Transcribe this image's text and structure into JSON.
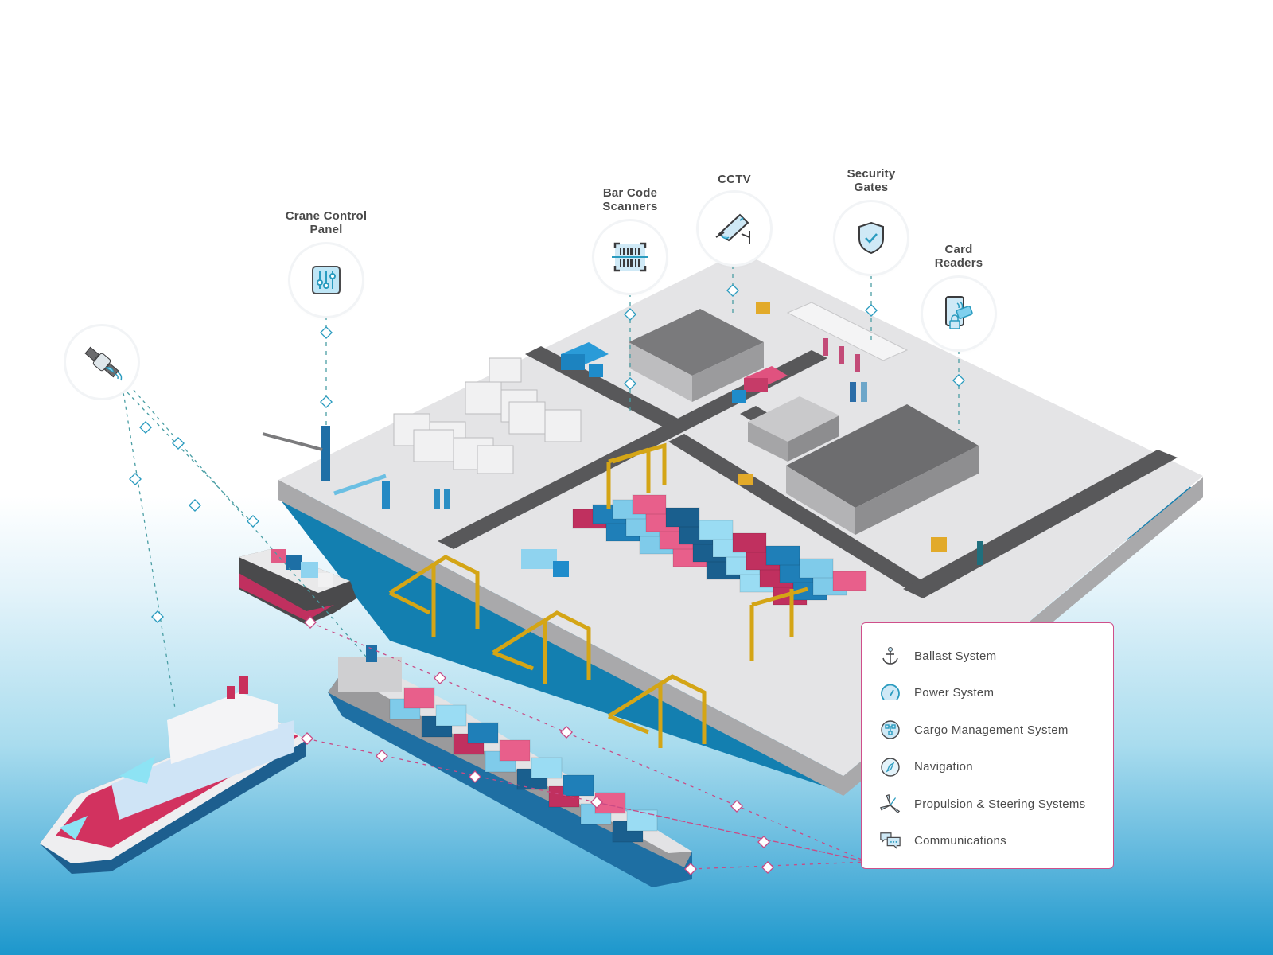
{
  "diagram": {
    "theme_colors": {
      "accent_teal": "#2a9bbf",
      "connector_magenta": "#c94b85",
      "container_pink": "#c0305f",
      "container_blue": "#1f7fb8",
      "container_light_blue": "#7fcbea",
      "crane_yellow": "#e6b72a",
      "ground_gray": "#e4e4e6",
      "road_dark": "#5a5a5c"
    },
    "satellite": {
      "icon": "satellite-icon"
    },
    "callouts": [
      {
        "id": "crane-control-panel",
        "title_line1": "Crane Control",
        "title_line2": "Panel",
        "icon": "sliders-icon"
      },
      {
        "id": "bar-code-scanners",
        "title_line1": "Bar Code",
        "title_line2": "Scanners",
        "icon": "barcode-icon"
      },
      {
        "id": "cctv",
        "title_line1": "CCTV",
        "title_line2": "",
        "icon": "cctv-camera-icon"
      },
      {
        "id": "security-gates",
        "title_line1": "Security",
        "title_line2": "Gates",
        "icon": "shield-check-icon"
      },
      {
        "id": "card-readers",
        "title_line1": "Card",
        "title_line2": "Readers",
        "icon": "card-reader-icon"
      }
    ],
    "legend": {
      "items": [
        {
          "label": "Ballast System",
          "icon": "anchor-icon"
        },
        {
          "label": "Power System",
          "icon": "gauge-icon"
        },
        {
          "label": "Cargo Management System",
          "icon": "network-icon"
        },
        {
          "label": "Navigation",
          "icon": "compass-icon"
        },
        {
          "label": "Propulsion & Steering Systems",
          "icon": "propeller-icon"
        },
        {
          "label": "Communications",
          "icon": "chat-bubbles-icon"
        }
      ]
    }
  }
}
